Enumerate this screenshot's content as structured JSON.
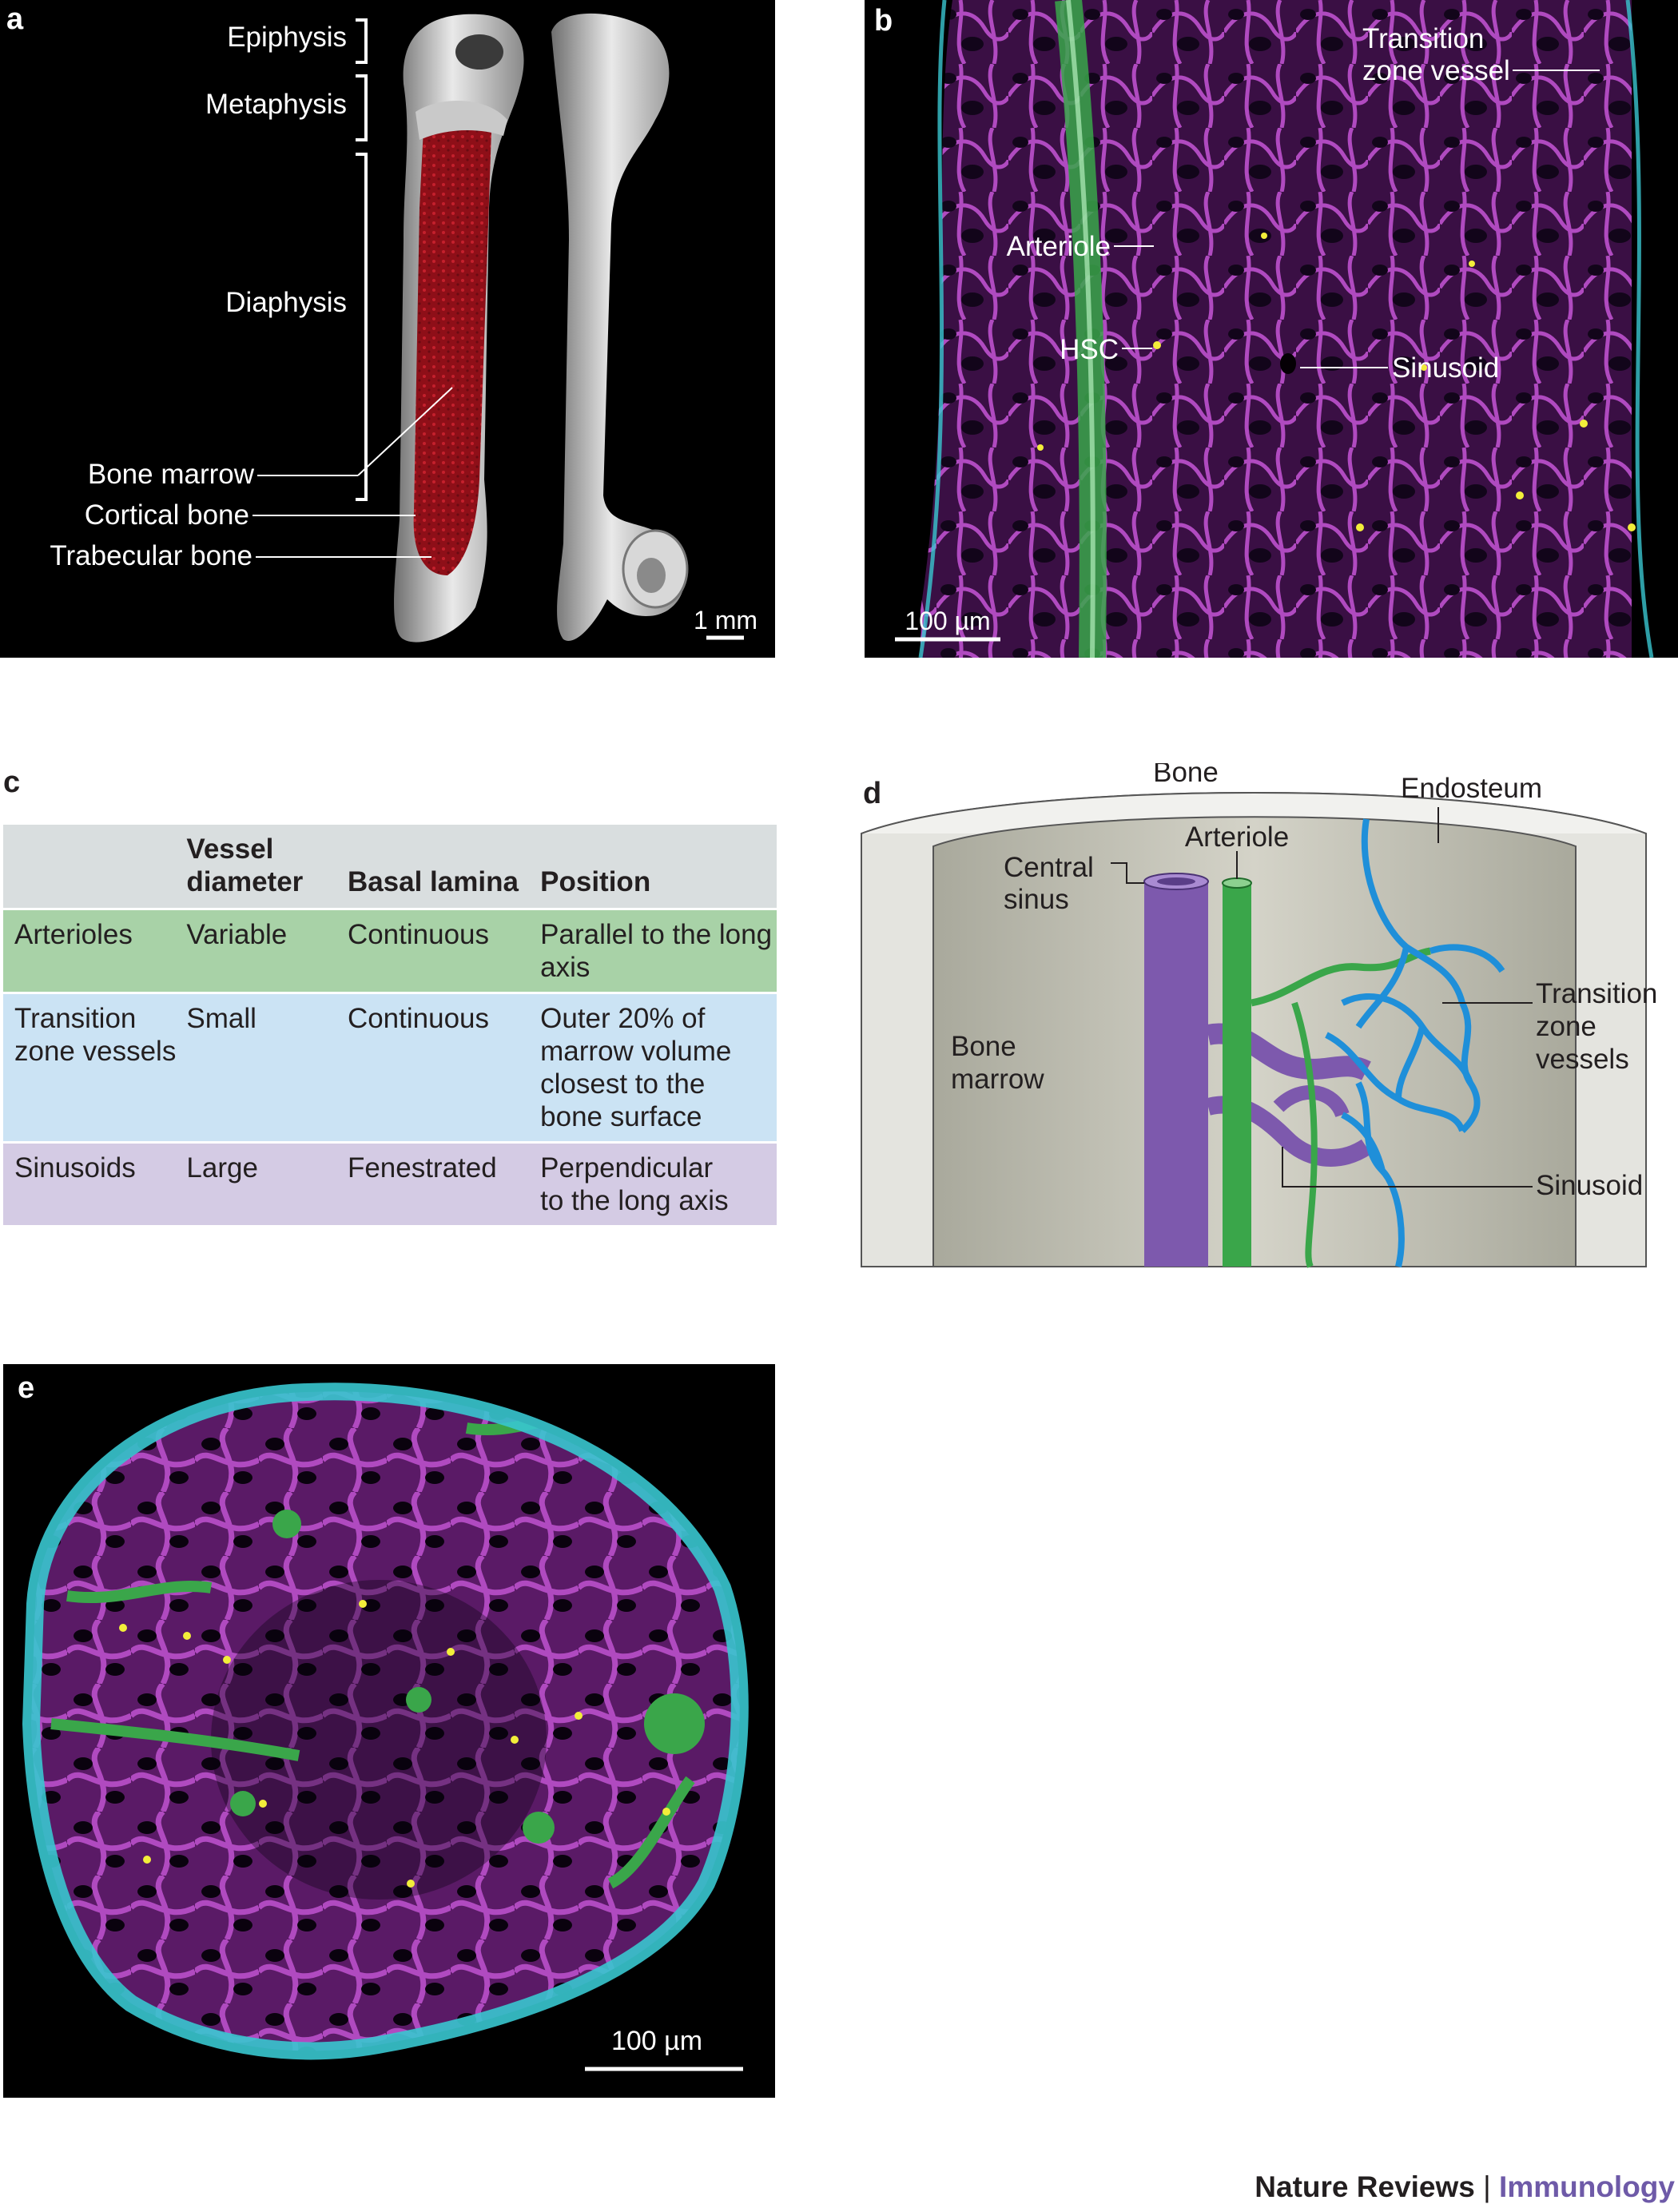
{
  "panel_a": {
    "letter": "a",
    "labels": {
      "epiphysis": "Epiphysis",
      "metaphysis": "Metaphysis",
      "diaphysis": "Diaphysis",
      "bone_marrow": "Bone marrow",
      "cortical_bone": "Cortical bone",
      "trabecular_bone": "Trabecular bone"
    },
    "scale_bar": "1 mm"
  },
  "panel_b": {
    "letter": "b",
    "labels": {
      "transition_line1": "Transition",
      "transition_line2": "zone vessel",
      "arteriole": "Arteriole",
      "hsc": "HSC",
      "sinusoid": "Sinusoid"
    },
    "scale_bar": "100 µm"
  },
  "panel_c": {
    "letter": "c",
    "headers": [
      "",
      "Vessel diameter",
      "Basal lamina",
      "Position"
    ],
    "rows": [
      {
        "type": "Arterioles",
        "diameter": "Variable",
        "lamina": "Continuous",
        "position": "Parallel to the long axis"
      },
      {
        "type": "Transition zone vessels",
        "diameter": "Small",
        "lamina": "Continuous",
        "position": "Outer 20% of marrow volume closest to the bone surface"
      },
      {
        "type": "Sinusoids",
        "diameter": "Large",
        "lamina": "Fenestrated",
        "position": "Perpendicular to the long axis"
      }
    ]
  },
  "panel_d": {
    "letter": "d",
    "labels": {
      "bone": "Bone",
      "endosteum": "Endosteum",
      "arteriole": "Arteriole",
      "central_line1": "Central",
      "central_line2": "sinus",
      "marrow_line1": "Bone",
      "marrow_line2": "marrow",
      "transition_line1": "Transition",
      "transition_line2": "zone",
      "transition_line3": "vessels",
      "sinusoid": "Sinusoid"
    }
  },
  "panel_e": {
    "letter": "e",
    "scale_bar": "100 µm"
  },
  "footer": {
    "journal": "Nature Reviews",
    "separator": " | ",
    "section": "Immunology"
  },
  "colors": {
    "arteriole_green": "#3aa64a",
    "sinus_purple": "#7d59ad",
    "transition_blue": "#1f8fd9",
    "marrow_red": "#a5121c",
    "stain_magenta": "#9a3aa8",
    "stain_cyan": "#39c6cf",
    "hsc_yellow": "#f2ee3a",
    "footer_purple": "#6e5aa8"
  }
}
